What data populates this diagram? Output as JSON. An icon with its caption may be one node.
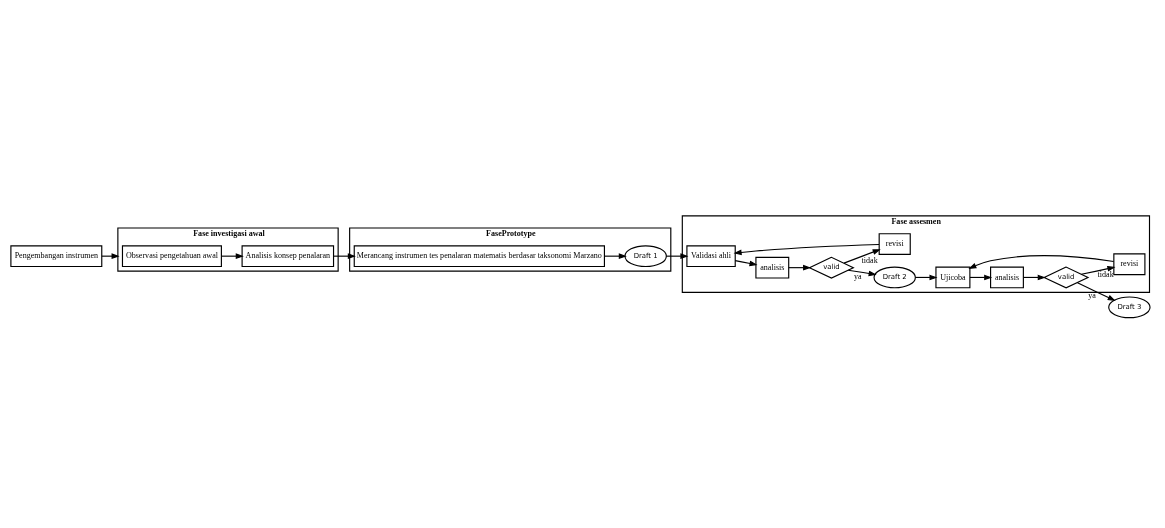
{
  "diagram": {
    "nodes": [
      {
        "text": [
          "Pengembangan instrumen"
        ]
      },
      {
        "text": [
          "Fase investigasi awal"
        ]
      },
      {
        "text": [
          "Observasi pengetahuan awal"
        ],
        "in": 1
      },
      {
        "text": [
          "Analisis konsep penalaran"
        ],
        "in": 1
      },
      {
        "text": [
          "FasePrototype"
        ]
      },
      {
        "text": [
          "Merancang instrumen tes penalaran matematis berdasar taksonomi Marzano"
        ],
        "in": 4
      },
      {
        "text": [
          "Draft 1"
        ],
        "in": 4
      },
      {
        "text": [
          "Fase assesmen"
        ]
      },
      {
        "text": [
          "Validasi ahli"
        ],
        "in": 7
      },
      {
        "text": [
          "analisis"
        ],
        "in": 7
      },
      {
        "text": [
          "valid"
        ],
        "in": 7
      },
      {
        "text": [
          "revisi"
        ],
        "in": 7
      },
      {
        "text": [
          "Draft 2"
        ],
        "in": 7
      },
      {
        "text": [
          "Ujicoba"
        ],
        "in": 7
      },
      {
        "text": [
          "analisis"
        ],
        "in": 7
      },
      {
        "text": [
          "valid"
        ],
        "in": 7
      },
      {
        "text": [
          "revisi"
        ],
        "in": 7
      },
      {
        "text": [
          "Draft 3"
        ]
      }
    ],
    "edges": [
      {
        "from": 0,
        "to": 1,
        "arrow": "to"
      },
      {
        "from": 2,
        "to": 3,
        "arrow": "to"
      },
      {
        "from": 3,
        "to": 5,
        "arrow": "to"
      },
      {
        "from": 5,
        "to": 6,
        "arrow": "to"
      },
      {
        "from": 6,
        "to": 8,
        "arrow": "to"
      },
      {
        "from": 8,
        "to": 9,
        "arrow": "to"
      },
      {
        "from": 9,
        "to": 10,
        "arrow": "to"
      },
      {
        "from": 10,
        "to": 11,
        "label": "tidak",
        "arrow": "to"
      },
      {
        "from": 11,
        "to": 8,
        "arrow": "to"
      },
      {
        "from": 10,
        "to": 12,
        "label": "ya",
        "arrow": "to"
      },
      {
        "from": 12,
        "to": 13,
        "arrow": "to"
      },
      {
        "from": 13,
        "to": 14,
        "arrow": "to"
      },
      {
        "from": 14,
        "to": 15,
        "arrow": "to"
      },
      {
        "from": 15,
        "to": 17,
        "label": "ya",
        "arrow": "to"
      },
      {
        "from": 15,
        "to": 16,
        "label": "tidak",
        "arrow": "to"
      },
      {
        "from": 16,
        "to": 13,
        "arrow": "to"
      }
    ]
  }
}
